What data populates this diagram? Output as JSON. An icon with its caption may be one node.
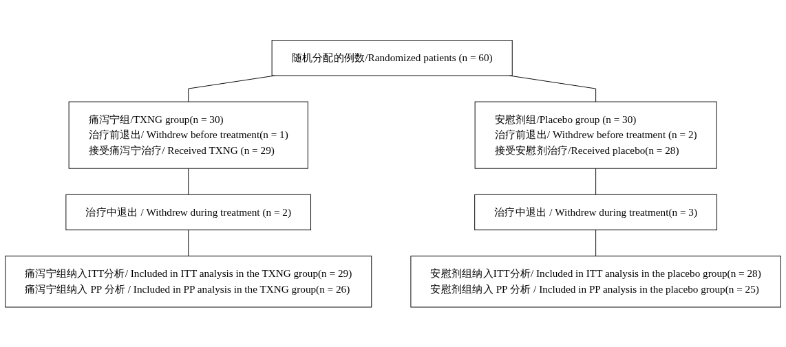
{
  "diagram": {
    "nodes": [
      {
        "text": [
          "随机分配的例数/Randomized patients (n = 60)"
        ]
      },
      {
        "text": [
          "痛泻宁组/TXNG group(n = 30)",
          "治疗前退出/ Withdrew before treatment(n = 1)",
          "接受痛泻宁治疗/ Received TXNG (n = 29)"
        ]
      },
      {
        "text": [
          "安慰剂组/Placebo group (n = 30)",
          "治疗前退出/ Withdrew before treatment (n = 2)",
          "接受安慰剂治疗/Received placebo(n = 28)"
        ]
      },
      {
        "text": [
          "治疗中退出 / Withdrew during treatment (n = 2)"
        ]
      },
      {
        "text": [
          "治疗中退出 / Withdrew during treatment(n = 3)"
        ]
      },
      {
        "text": [
          "痛泻宁组纳入ITT分析/ Included in ITT analysis in the TXNG group(n = 29)",
          "痛泻宁组纳入 PP 分析 / Included in PP analysis in the TXNG group(n = 26)"
        ]
      },
      {
        "text": [
          "安慰剂组纳入ITT分析/ Included in ITT analysis in the placebo group(n = 28)",
          "安慰剂组纳入 PP 分析 / Included in PP analysis in the placebo group(n = 25)"
        ]
      }
    ],
    "edges": [
      {
        "from": 0,
        "to": 1,
        "arrow": "none"
      },
      {
        "from": 0,
        "to": 2,
        "arrow": "none"
      },
      {
        "from": 1,
        "to": 3,
        "arrow": "none"
      },
      {
        "from": 2,
        "to": 4,
        "arrow": "none"
      },
      {
        "from": 3,
        "to": 5,
        "arrow": "none"
      },
      {
        "from": 4,
        "to": 6,
        "arrow": "none"
      }
    ]
  }
}
